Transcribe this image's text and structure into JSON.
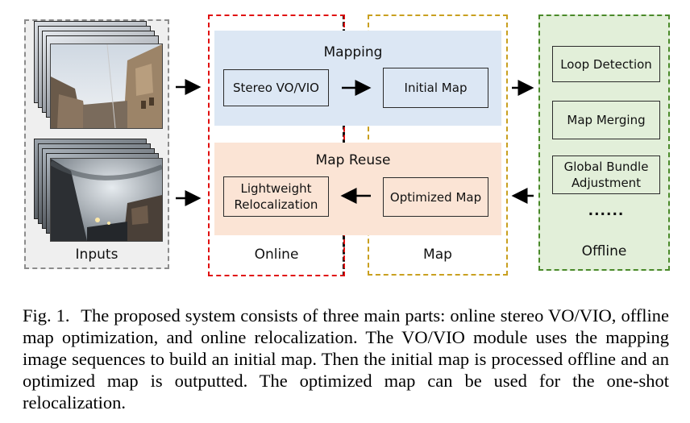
{
  "inputs": {
    "label": "Inputs"
  },
  "online": {
    "label": "Online",
    "mapping": {
      "title": "Mapping",
      "stereo_box": "Stereo VO/VIO",
      "initial_box": "Initial Map"
    },
    "reuse": {
      "title": "Map Reuse",
      "reloc_line1": "Lightweight",
      "reloc_line2": "Relocalization",
      "optimized_box": "Optimized Map"
    }
  },
  "map": {
    "label": "Map"
  },
  "offline": {
    "label": "Offline",
    "loop": "Loop Detection",
    "merge": "Map Merging",
    "gba_line1": "Global Bundle",
    "gba_line2": "Adjustment",
    "ellipsis": "......"
  },
  "caption": {
    "figno": "Fig. 1.",
    "text": "The proposed system consists of three main parts: online stereo VO/VIO, offline map optimization, and online relocalization. The VO/VIO module uses the mapping image sequences to build an initial map. Then the initial map is processed offline and an optimized map is outputted. The optimized map can be used for the one-shot relocalization."
  },
  "colors": {
    "inputs_border": "#8c8c8c",
    "online_border": "#e01010",
    "map_border": "#c9a020",
    "offline_border": "#4a8a2a",
    "offline_fill": "#e2efd9",
    "mapping_fill": "#dce7f4",
    "reuse_fill": "#fbe4d5"
  }
}
